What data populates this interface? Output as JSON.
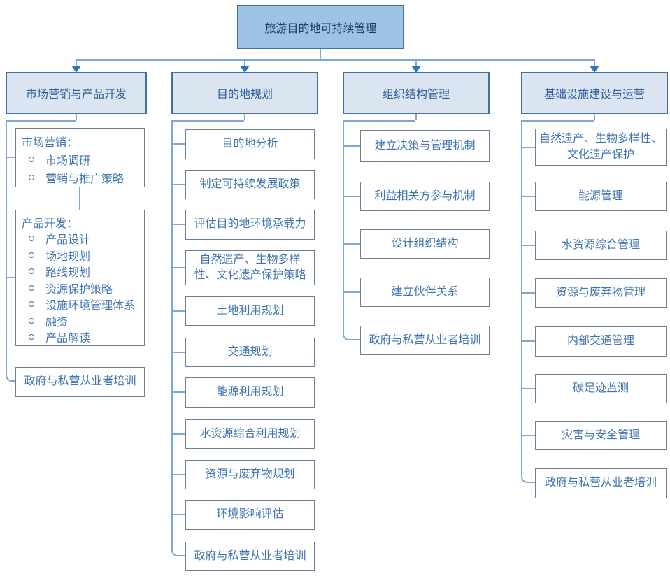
{
  "colors": {
    "root_fill": "#9cc2e5",
    "root_border": "#41719c",
    "header_fill": "#dbe5f1",
    "header_border": "#41719c",
    "leaf_border": "#6e7f96",
    "leaf_text": "#4075b0",
    "connector_line": "#7ca9d8",
    "arrow": "#2e75b6"
  },
  "root": {
    "label": "旅游目的地可持续管理"
  },
  "branches": [
    {
      "label": "市场营销与产品开发",
      "children": [
        {
          "title": "市场营销：",
          "items": [
            "市场调研",
            "营销与推广策略"
          ]
        },
        {
          "title": "产品开发：",
          "items": [
            "产品设计",
            "场地规划",
            "路线规划",
            "资源保护策略",
            "设施环境管理体系",
            "融资",
            "产品解读"
          ]
        },
        {
          "label": "政府与私营从业者培训"
        }
      ]
    },
    {
      "label": "目的地规划",
      "children": [
        {
          "label": "目的地分析"
        },
        {
          "label": "制定可持续发展政策"
        },
        {
          "label": "评估目的地环境承载力"
        },
        {
          "label": "自然遗产、生物多样性、文化遗产保护策略"
        },
        {
          "label": "土地利用规划"
        },
        {
          "label": "交通规划"
        },
        {
          "label": "能源利用规划"
        },
        {
          "label": "水资源综合利用规划"
        },
        {
          "label": "资源与废弃物规划"
        },
        {
          "label": "环境影响评估"
        },
        {
          "label": "政府与私营从业者培训"
        }
      ]
    },
    {
      "label": "组织结构管理",
      "children": [
        {
          "label": "建立决策与管理机制"
        },
        {
          "label": "利益相关方参与机制"
        },
        {
          "label": "设计组织结构"
        },
        {
          "label": "建立伙伴关系"
        },
        {
          "label": "政府与私营从业者培训"
        }
      ]
    },
    {
      "label": "基础设施建设与运营",
      "children": [
        {
          "label": "自然遗产、生物多样性、文化遗产保护"
        },
        {
          "label": "能源管理"
        },
        {
          "label": "水资源综合管理"
        },
        {
          "label": "资源与废弃物管理"
        },
        {
          "label": "内部交通管理"
        },
        {
          "label": "碳足迹监测"
        },
        {
          "label": "灾害与安全管理"
        },
        {
          "label": "政府与私营从业者培训"
        }
      ]
    }
  ]
}
